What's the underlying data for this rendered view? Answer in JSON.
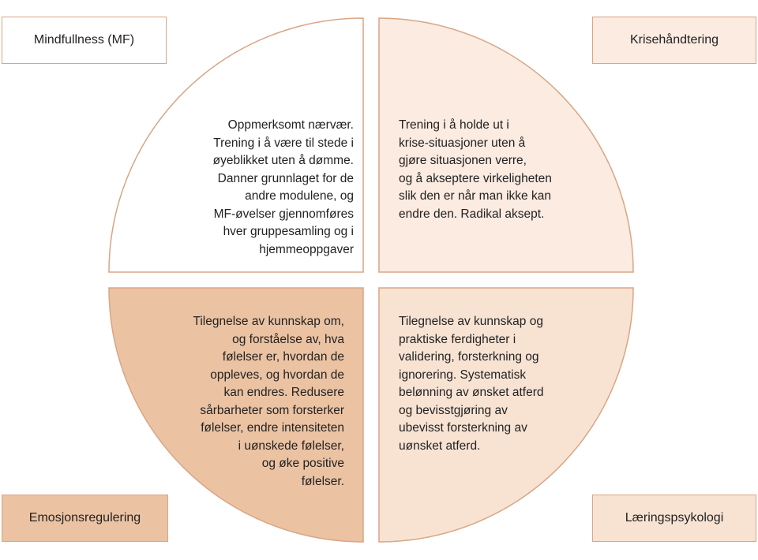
{
  "colors": {
    "stroke": "#d9a585",
    "mindfulness_fill": "#ffffff",
    "krise_fill": "#fbebe1",
    "emosjon_fill": "#ebc3a3",
    "laering_fill": "#f8e3d3"
  },
  "modules": {
    "mindfulness": {
      "title": "Mindfullness (MF)",
      "lines": [
        "Oppmerksomt nærvær.",
        "Trening i å være til stede i",
        "øyeblikket uten å dømme.",
        "Danner grunnlaget for de",
        "andre modulene, og",
        "MF-øvelser gjennomføres",
        "hver gruppesamling og i",
        "hjemmeoppgaver"
      ]
    },
    "krisehandtering": {
      "title": "Krisehåndtering",
      "lines": [
        "Trening i å holde ut i",
        "krise-situasjoner uten å",
        "gjøre situasjonen verre,",
        "og å akseptere virkeligheten",
        "slik den er når man ikke kan",
        "endre den. Radikal aksept."
      ]
    },
    "emosjonsregulering": {
      "title": "Emosjonsregulering",
      "lines": [
        "Tilegnelse av kunnskap om,",
        "og forståelse av, hva",
        "følelser er, hvordan de",
        "oppleves, og hvordan de",
        "kan endres. Redusere",
        "sårbarheter som forsterker",
        "følelser, endre intensiteten",
        "i uønskede følelser,",
        "og øke positive",
        "følelser."
      ]
    },
    "laeringspsykologi": {
      "title": "Læringspsykologi",
      "lines": [
        "Tilegnelse av kunnskap og",
        "praktiske ferdigheter i",
        "validering, forsterkning og",
        "ignorering. Systematisk",
        "belønning av ønsket atferd",
        "og bevisstgjøring av",
        "ubevisst forsterkning av",
        "uønsket atferd."
      ]
    }
  }
}
